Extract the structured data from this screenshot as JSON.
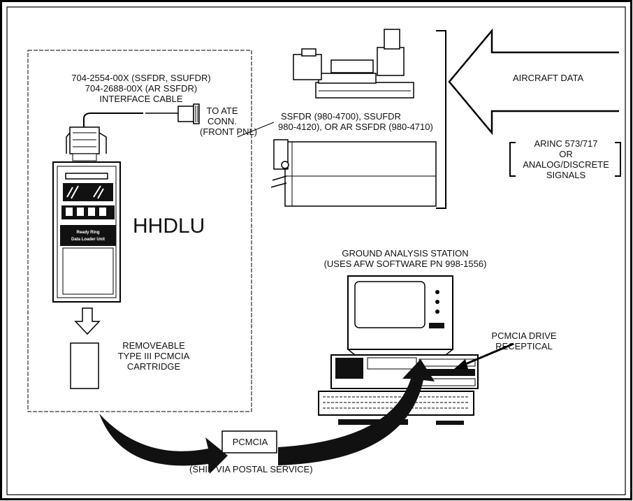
{
  "cable": {
    "line1": "704-2554-00X (SSFDR, SSUFDR)",
    "line2": "704-2688-00X (AR SSFDR)",
    "line3": "INTERFACE CABLE"
  },
  "ate_conn": {
    "line1": "TO ATE",
    "line2": "CONN.",
    "line3": "(FRONT PNL)"
  },
  "recorder": {
    "line1": "SSFDR (980-4700), SSUFDR",
    "line2": "980-4120), OR AR SSFDR (980-4710)"
  },
  "aircraft_data": "AIRCRAFT DATA",
  "signals": {
    "line1": "ARINC 573/717",
    "line2": "OR",
    "line3": "ANALOG/DISCRETE",
    "line4": "SIGNALS"
  },
  "hhdlu_label": "HHDLU",
  "device_face": {
    "line1": "Ready Ring",
    "line2": "Data Loader Unit"
  },
  "cartridge": {
    "line1": "REMOVEABLE",
    "line2": "TYPE III PCMCIA",
    "line3": "CARTRIDGE"
  },
  "ground_station": {
    "line1": "GROUND ANALYSIS STATION",
    "line2": "(USES AFW SOFTWARE PN 998-1556)"
  },
  "pcmcia_drive": {
    "line1": "PCMCIA DRIVE",
    "line2": "RECEPTICAL"
  },
  "pcmcia_box": "PCMCIA",
  "ship_via": "(SHIP VIA POSTAL SERVICE)"
}
